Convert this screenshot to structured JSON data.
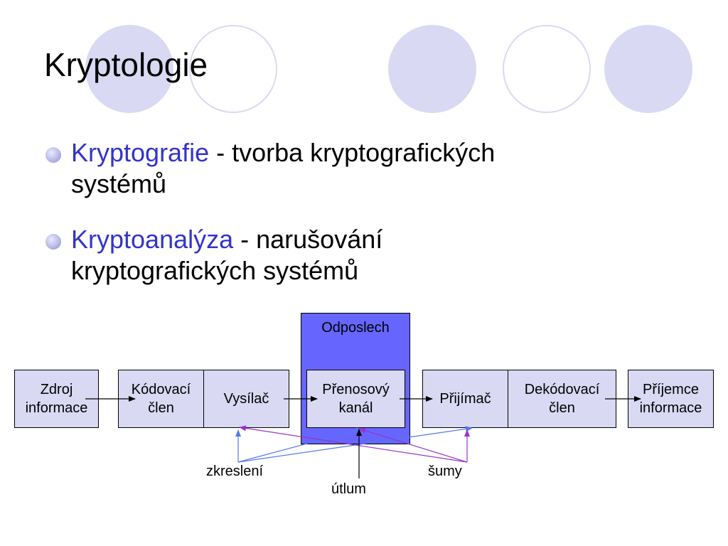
{
  "title": "Kryptologie",
  "bullets": [
    {
      "term": "Kryptografie",
      "rest_line1": " - tvorba kryptografických",
      "rest_line2": "systémů"
    },
    {
      "term": "Kryptoanalýza",
      "rest_line1": " - narušování",
      "rest_line2": "kryptografických systémů"
    }
  ],
  "diagram": {
    "eavesdrop_label": "Odposlech",
    "nodes": {
      "zdroj": {
        "line1": "Zdroj",
        "line2": "informace"
      },
      "kodovaci": {
        "line1": "Kódovací",
        "line2": "člen"
      },
      "vysilac": {
        "line1": "Vysílač"
      },
      "kanal": {
        "line1": "Přenosový",
        "line2": "kanál"
      },
      "prijimac": {
        "line1": "Přijímač"
      },
      "dekodovaci": {
        "line1": "Dekódovací",
        "line2": "člen"
      },
      "prijemce": {
        "line1": "Příjemce",
        "line2": "informace"
      }
    },
    "effects": {
      "distortion": "zkreslení",
      "attenuation": "útlum",
      "noise": "šumy"
    }
  },
  "colors": {
    "accent": "#3333cc",
    "box_fill": "#d9d9f3",
    "eavesdrop_fill": "#6666ff",
    "distortion_arrow": "#5577ee",
    "noise_arrow": "#9933cc"
  }
}
